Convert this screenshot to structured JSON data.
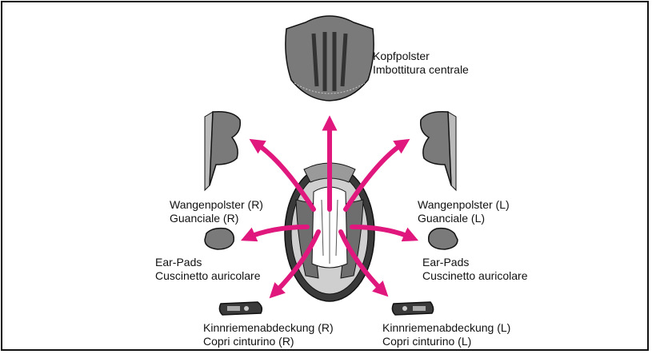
{
  "parts": {
    "crown": {
      "label_de": "Kopfpolster",
      "label_it": "Imbottitura centrale"
    },
    "cheek_right": {
      "label_de": "Wangenpolster (R)",
      "label_it": "Guanciale (R)"
    },
    "cheek_left": {
      "label_de": "Wangenpolster (L)",
      "label_it": "Guanciale (L)"
    },
    "ear_right": {
      "label_de": "Ear-Pads",
      "label_it": "Cuscinetto auricolare"
    },
    "ear_left": {
      "label_de": "Ear-Pads",
      "label_it": "Cuscinetto auricolare"
    },
    "chin_right": {
      "label_de": "Kinnriemenabdeckung (R)",
      "label_it": "Copri cinturino (R)"
    },
    "chin_left": {
      "label_de": "Kinnriemenabdeckung (L)",
      "label_it": "Copri cinturino (L)"
    }
  },
  "colors": {
    "arrow": "#e0187e",
    "pad_dark": "#5a5a5a",
    "pad_mid": "#8c8c8c",
    "outline": "#111111"
  }
}
